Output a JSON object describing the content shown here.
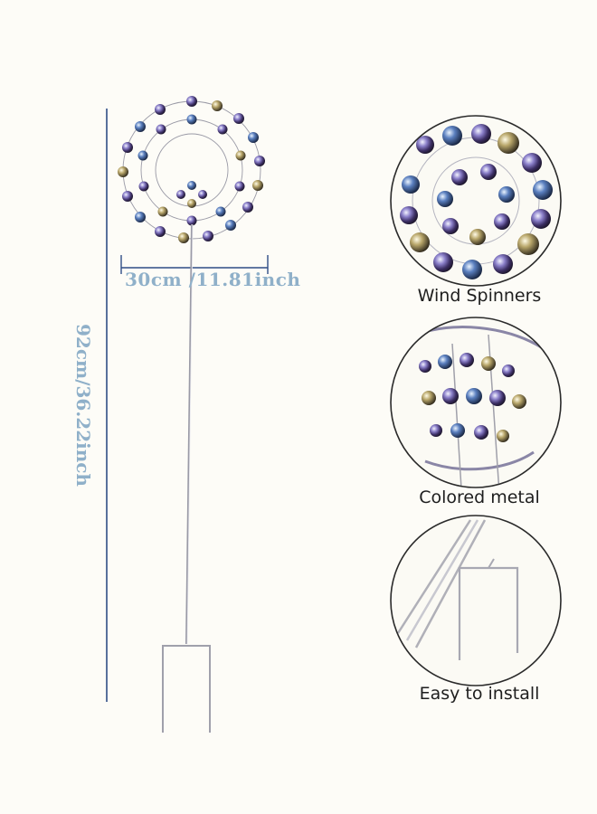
{
  "dimensions": {
    "width_label": "30cm /11.81inch",
    "height_label": "92cm/36.22inch"
  },
  "features": [
    {
      "caption": "Wind Spinners",
      "icon": "spinner-closeup"
    },
    {
      "caption": "Colored metal",
      "icon": "metal-cups-closeup"
    },
    {
      "caption": "Easy to install",
      "icon": "ground-stake-closeup"
    }
  ],
  "colors": {
    "background": "#fdfcf7",
    "dimension_line": "#2f4d86",
    "dimension_text": "#8fb0c9",
    "caption_text": "#1e1e1e"
  }
}
